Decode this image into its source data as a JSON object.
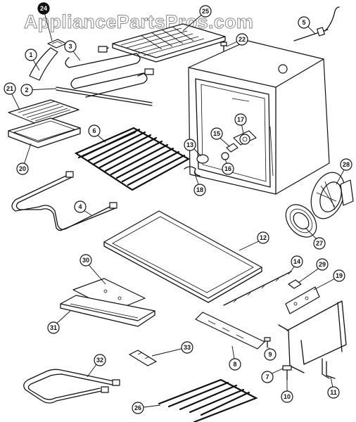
{
  "watermark": "AppliancePartsPros.com",
  "callouts": [
    {
      "id": "c24",
      "label": "24"
    },
    {
      "id": "c25",
      "label": "25"
    },
    {
      "id": "c5",
      "label": "5"
    },
    {
      "id": "c1",
      "label": "1"
    },
    {
      "id": "c3",
      "label": "3"
    },
    {
      "id": "c22",
      "label": "22"
    },
    {
      "id": "c21",
      "label": "21"
    },
    {
      "id": "c2",
      "label": "2"
    },
    {
      "id": "c6",
      "label": "6"
    },
    {
      "id": "c17",
      "label": "17"
    },
    {
      "id": "c15",
      "label": "15"
    },
    {
      "id": "c13",
      "label": "13"
    },
    {
      "id": "c16",
      "label": "16"
    },
    {
      "id": "c20",
      "label": "20"
    },
    {
      "id": "c18",
      "label": "18"
    },
    {
      "id": "c28",
      "label": "28"
    },
    {
      "id": "c4",
      "label": "4"
    },
    {
      "id": "c27",
      "label": "27"
    },
    {
      "id": "c12",
      "label": "12"
    },
    {
      "id": "c30",
      "label": "30"
    },
    {
      "id": "c14",
      "label": "14"
    },
    {
      "id": "c29",
      "label": "29"
    },
    {
      "id": "c19",
      "label": "19"
    },
    {
      "id": "c31",
      "label": "31"
    },
    {
      "id": "c33",
      "label": "33"
    },
    {
      "id": "c9",
      "label": "9"
    },
    {
      "id": "c32",
      "label": "32"
    },
    {
      "id": "c8",
      "label": "8"
    },
    {
      "id": "c7",
      "label": "7"
    },
    {
      "id": "c10",
      "label": "10"
    },
    {
      "id": "c26",
      "label": "26"
    },
    {
      "id": "c11",
      "label": "11"
    }
  ]
}
